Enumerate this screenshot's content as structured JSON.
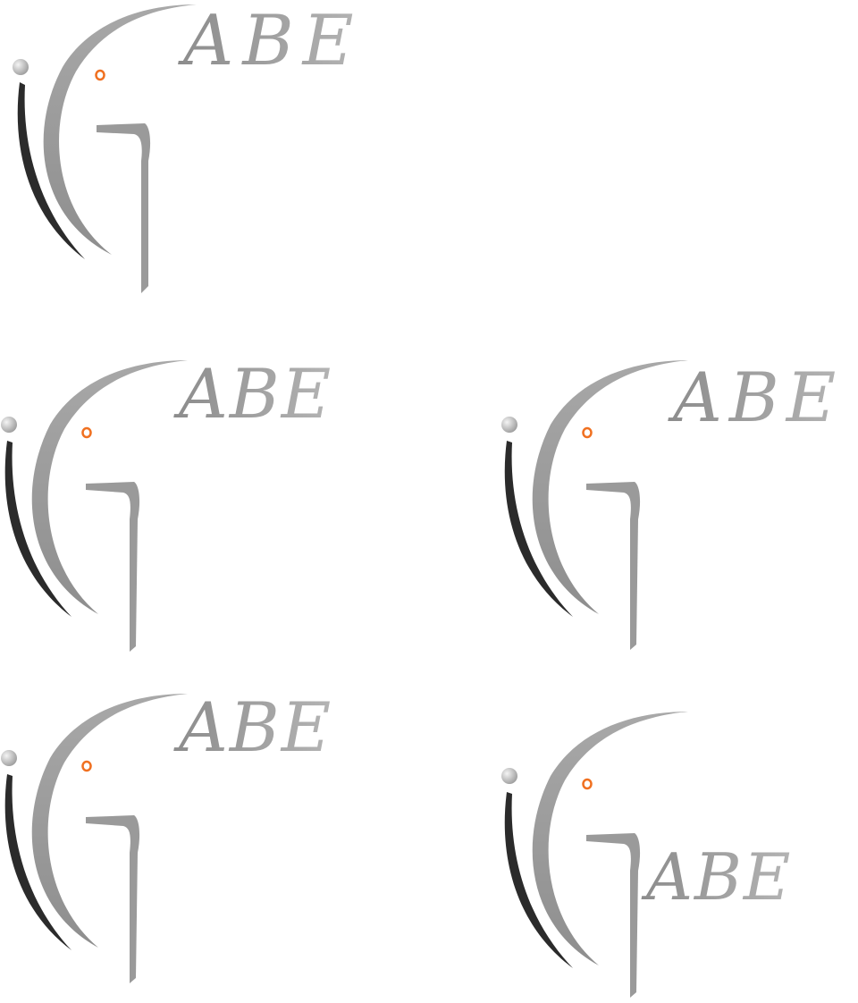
{
  "logos": [
    {
      "label": "ABE"
    },
    {
      "label": "ABE"
    },
    {
      "label": "ABE"
    },
    {
      "label": "ABE"
    },
    {
      "label": "ABE"
    }
  ],
  "colors": {
    "dark_stroke": "#2b2b2b",
    "gray_stroke": "#9a9a9a",
    "accent_eyes": "#f07020",
    "dot": "#bdbdbd"
  },
  "icons": {
    "dot": "sphere-dot-icon",
    "eyes": "eyes-icon",
    "arc": "arc-swoosh-icon",
    "hook": "hook-seven-icon"
  }
}
